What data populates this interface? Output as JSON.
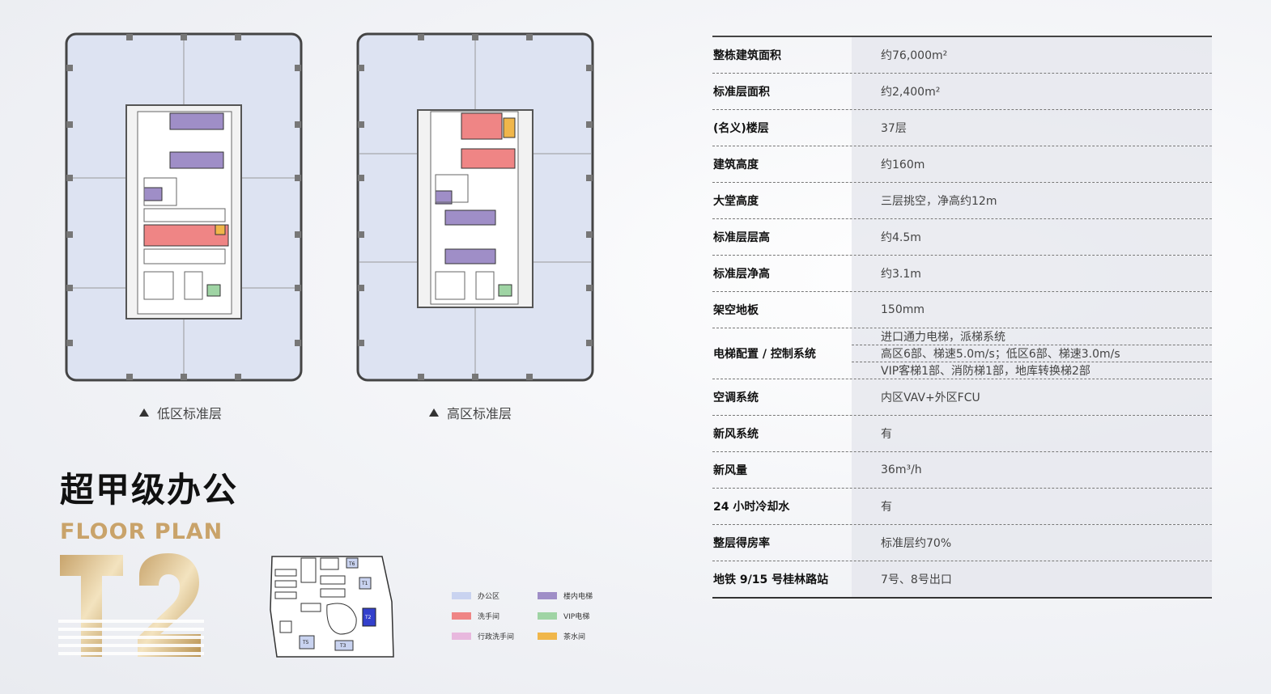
{
  "plans": {
    "low_caption": "低区标准层",
    "high_caption": "高区标准层"
  },
  "title": {
    "cn": "超甲级办公",
    "en": "FLOOR PLAN",
    "building": "T2"
  },
  "site_labels": [
    "T6",
    "T1",
    "T2",
    "T5",
    "T3"
  ],
  "legend": [
    {
      "label": "办公区",
      "color": "#c9d3f0"
    },
    {
      "label": "楼内电梯",
      "color": "#9f8ec7"
    },
    {
      "label": "洗手间",
      "color": "#ef8585"
    },
    {
      "label": "VIP电梯",
      "color": "#9fd4a4"
    },
    {
      "label": "行政洗手间",
      "color": "#e8b8de"
    },
    {
      "label": "茶水间",
      "color": "#f0b64a"
    }
  ],
  "specs": [
    {
      "key": "整栋建筑面积",
      "values": [
        "约76,000m²"
      ]
    },
    {
      "key": "标准层面积",
      "values": [
        "约2,400m²"
      ]
    },
    {
      "key": "(名义)楼层",
      "values": [
        "37层"
      ]
    },
    {
      "key": "建筑高度",
      "values": [
        "约160m"
      ]
    },
    {
      "key": "大堂高度",
      "values": [
        "三层挑空，净高约12m"
      ]
    },
    {
      "key": "标准层层高",
      "values": [
        "约4.5m"
      ]
    },
    {
      "key": "标准层净高",
      "values": [
        "约3.1m"
      ]
    },
    {
      "key": "架空地板",
      "values": [
        "150mm"
      ]
    },
    {
      "key": "电梯配置 / 控制系统",
      "values": [
        "进口通力电梯，派梯系统",
        "高区6部、梯速5.0m/s；低区6部、梯速3.0m/s",
        "VIP客梯1部、消防梯1部，地库转换梯2部"
      ]
    },
    {
      "key": "空调系统",
      "values": [
        "内区VAV+外区FCU"
      ]
    },
    {
      "key": "新风系统",
      "values": [
        "有"
      ]
    },
    {
      "key": "新风量",
      "values": [
        "36m³/h"
      ]
    },
    {
      "key": "24 小时冷却水",
      "values": [
        "有"
      ]
    },
    {
      "key": "整层得房率",
      "values": [
        "标准层约70%"
      ]
    },
    {
      "key": "地铁 9/15 号桂林路站",
      "values": [
        "7号、8号出口"
      ]
    }
  ]
}
